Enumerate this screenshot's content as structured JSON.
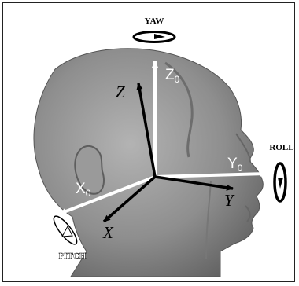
{
  "labels": {
    "yaw": "YAW",
    "roll": "ROLL",
    "pitch": "PITCH",
    "z_axis": "Z",
    "z0_axis": "Z",
    "z0_sub": "0",
    "y_axis": "Y",
    "y0_axis": "Y",
    "y0_sub": "0",
    "x_axis": "X",
    "x0_axis": "X",
    "x0_sub": "0"
  },
  "colors": {
    "head_fill": "#8c8c8c",
    "head_shadow": "#5f5f5f",
    "world_axes": "#ffffff",
    "head_axes": "#000000",
    "frame": "#222222"
  },
  "icons": {
    "yaw": "rotation-ellipse-horizontal-icon",
    "roll": "rotation-ellipse-vertical-icon",
    "pitch": "rotation-ellipse-tilted-icon"
  }
}
